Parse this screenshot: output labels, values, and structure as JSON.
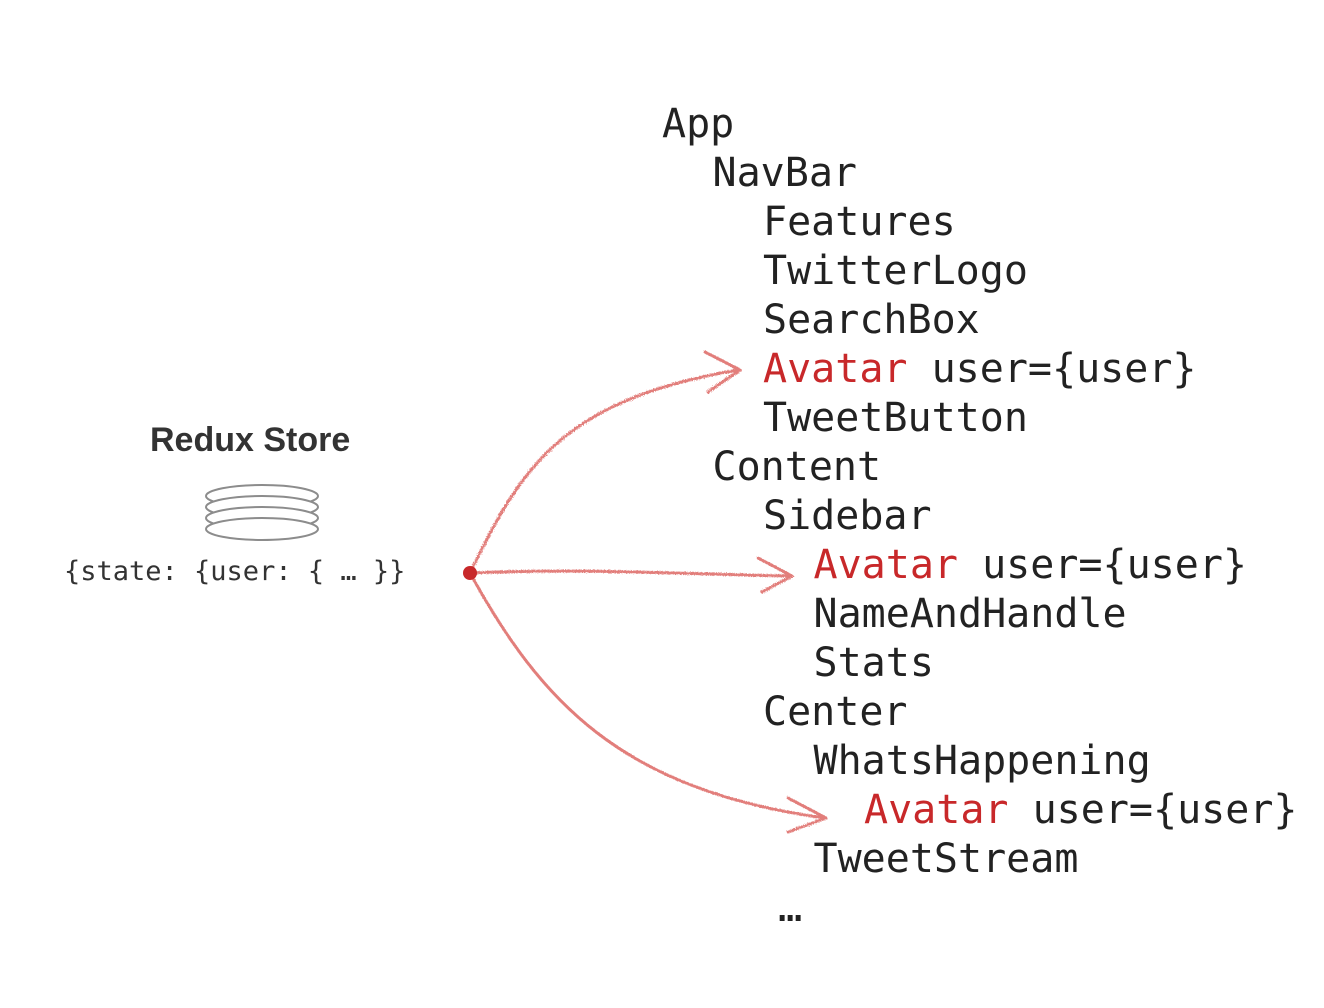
{
  "store": {
    "title": "Redux Store",
    "state_text": "{state: {user: { … }}"
  },
  "tree": [
    {
      "indent": 0,
      "name": "App"
    },
    {
      "indent": 1,
      "name": "NavBar"
    },
    {
      "indent": 2,
      "name": "Features"
    },
    {
      "indent": 2,
      "name": "TwitterLogo"
    },
    {
      "indent": 2,
      "name": "SearchBox"
    },
    {
      "indent": 2,
      "name": "Avatar",
      "props": "user={user}",
      "highlighted": true
    },
    {
      "indent": 2,
      "name": "TweetButton"
    },
    {
      "indent": 1,
      "name": "Content"
    },
    {
      "indent": 2,
      "name": "Sidebar"
    },
    {
      "indent": 3,
      "name": "Avatar",
      "props": "user={user}",
      "highlighted": true
    },
    {
      "indent": 3,
      "name": "NameAndHandle"
    },
    {
      "indent": 3,
      "name": "Stats"
    },
    {
      "indent": 2,
      "name": "Center"
    },
    {
      "indent": 3,
      "name": "WhatsHappening"
    },
    {
      "indent": 4,
      "name": "Avatar",
      "props": "user={user}",
      "highlighted": true
    },
    {
      "indent": 3,
      "name": "TweetStream"
    },
    {
      "indent": 2.3,
      "name": "…"
    }
  ],
  "colors": {
    "highlight": "#c8282a",
    "arrow": "#d9534f",
    "text": "#222222"
  }
}
